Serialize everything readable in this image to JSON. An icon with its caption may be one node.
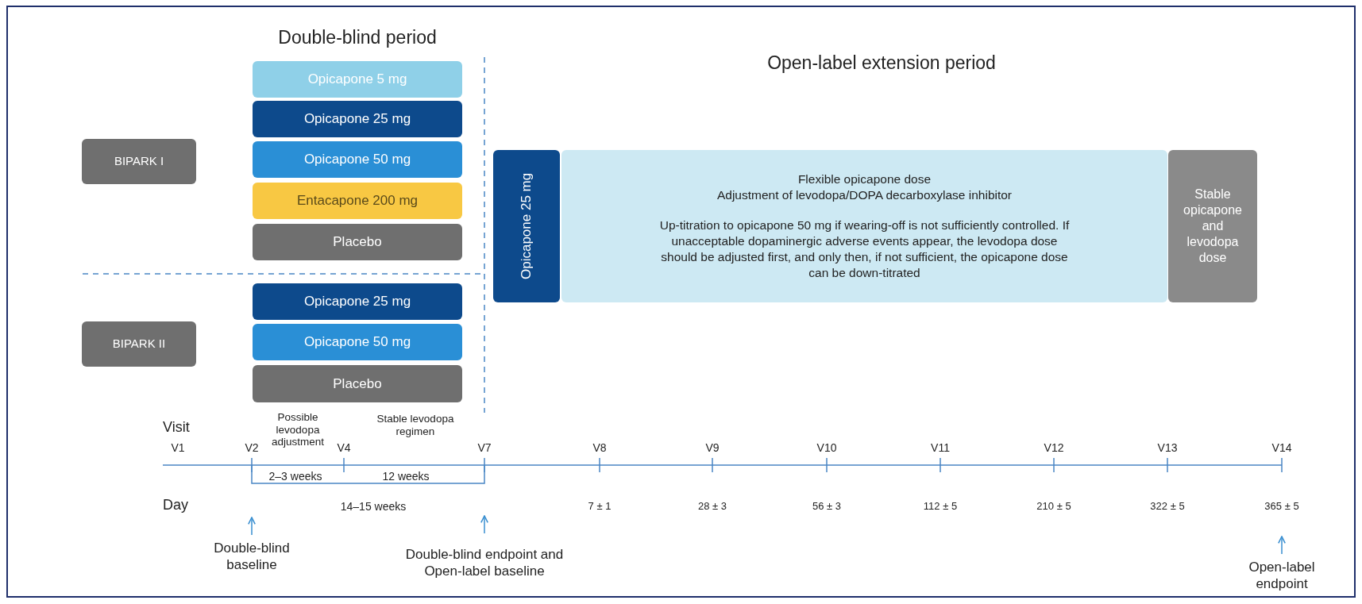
{
  "diagram": {
    "nodes": [
      {
        "text": [
          "BIPARK I"
        ]
      },
      {
        "text": [
          "Opicapone 5 mg"
        ]
      },
      {
        "text": [
          "Opicapone 25 mg"
        ]
      },
      {
        "text": [
          "Opicapone 50 mg"
        ]
      },
      {
        "text": [
          "Entacapone 200 mg"
        ]
      },
      {
        "text": [
          "Placebo"
        ]
      },
      {
        "text": [
          "BIPARK II"
        ]
      },
      {
        "text": [
          "Opicapone 25 mg"
        ]
      },
      {
        "text": [
          "Opicapone 50 mg"
        ]
      },
      {
        "text": [
          "Placebo"
        ]
      },
      {
        "text": [
          "Opicapone 25 mg"
        ]
      },
      {
        "text": [
          "Flexible opicapone dose",
          "Adjustment of levodopa/DOPA decarboxylase inhibitor",
          "Up-titration to opicapone 50 mg if wearing-off is not sufficiently controlled. If unacceptable dopaminergic adverse events appear, the levodopa dose should be adjusted first, and only then, if not sufficient, the opicapone dose can be down-titrated"
        ]
      },
      {
        "text": [
          "Stable opicapone and levodopa dose"
        ]
      },
      {
        "text": [
          "Double-blind baseline"
        ]
      },
      {
        "text": [
          "Double-blind endpoint and Open-label baseline"
        ]
      },
      {
        "text": [
          "Open-label endpoint"
        ]
      }
    ],
    "edges": [
      {
        "from": 13,
        "to": null,
        "arrow": "to"
      },
      {
        "from": 14,
        "to": null,
        "arrow": "to"
      },
      {
        "from": 15,
        "to": null,
        "arrow": "to"
      }
    ],
    "labels": [
      "Double-blind period",
      "Open-label extension period",
      "Visit",
      "Possible levodopa adjustment",
      "Stable levodopa regimen",
      "V1",
      "V2",
      "V4",
      "V7",
      "V8",
      "V9",
      "V10",
      "V11",
      "V12",
      "V13",
      "V14",
      "2–3 weeks",
      "12 weeks",
      "Day",
      "14–15 weeks",
      "7 ± 1",
      "28 ± 3",
      "56 ± 3",
      "112 ± 5",
      "210 ± 5",
      "322 ± 5",
      "365 ± 5"
    ]
  }
}
